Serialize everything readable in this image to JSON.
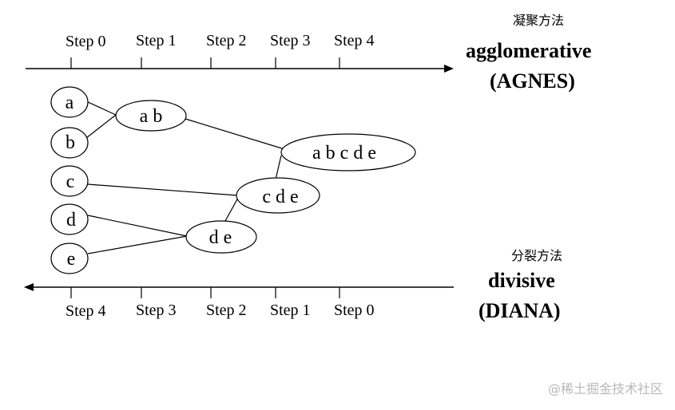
{
  "agglomerative": {
    "cn_label": "凝聚方法",
    "name": "agglomerative",
    "abbr": "(AGNES)",
    "steps": [
      "Step 0",
      "Step 1",
      "Step 2",
      "Step 3",
      "Step 4"
    ]
  },
  "divisive": {
    "cn_label": "分裂方法",
    "name": "divisive",
    "abbr": "(DIANA)",
    "steps": [
      "Step 4",
      "Step 3",
      "Step 2",
      "Step 1",
      "Step 0"
    ]
  },
  "nodes": {
    "a": "a",
    "b": "b",
    "c": "c",
    "d": "d",
    "e": "e",
    "ab": "a b",
    "de": "d e",
    "cde": "c d e",
    "abcde": "a b c d e"
  },
  "watermark": "@稀土掘金技术社区"
}
